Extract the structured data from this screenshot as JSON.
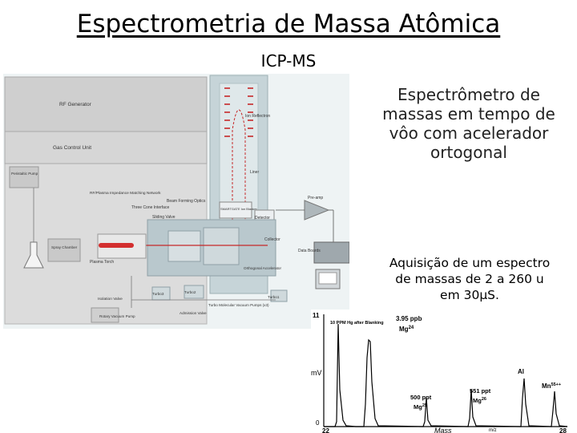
{
  "title": "Espectrometria de Massa Atômica",
  "subtitle": "ICP-MS",
  "description": "Espectrômetro de massas em tempo de vôo com acelerador ortogonal",
  "acquisition": [
    "Aquisição de um espectro",
    "de massas de 2 a 260 u",
    "em 30μS."
  ],
  "diagram_labels": {
    "rf_generator": "RF Generator",
    "gas_control": "Gas Control Unit",
    "peristaltic_pump": "Peristaltic Pump",
    "rf_plasma": "RF/Plasma Impedance Matching Network",
    "three_cone": "Three Cone Interface",
    "beam_forming": "Beam Forming Optics",
    "sliding_valve": "Sliding Valve",
    "ion_reflectron": "Ion Reflectron",
    "liner": "Liner",
    "smartgate": "SMARTGATE Ion Blanker",
    "detector": "Detector",
    "pre_amp": "Pre-amp",
    "collector": "Collector",
    "data_boards": "Data Boards",
    "orthogonal_acc": "Orthogonal Accelerator",
    "spray_chamber": "Spray Chamber",
    "plasma_torch": "Plasma Torch",
    "isolation_valve": "Isolation Valve",
    "turbo1": "Turbo1",
    "turbo2": "Turbo2",
    "turbo3": "Turbo3",
    "turbo_molecular": "Turbo Molecular Vacuum Pumps (x3)",
    "admission_valve": "Admission Valve",
    "rotary_pump": "Rotary Vacuum Pump"
  },
  "spectrum": {
    "y_top": "11",
    "y_label": "mV",
    "y_bottom": "0",
    "x_label_left": "22",
    "x_label_mass": "Mass",
    "x_label_unit": "m/z",
    "x_label_right": "28",
    "inset_label": "10 PPM Hg after Blanking",
    "peaks": {
      "mg24_conc": "3.95 ppb",
      "mg24": "Mg",
      "mg24_mass": "24",
      "mg25_conc": "500 ppt",
      "mg25": "Mg",
      "mg25_mass": "25",
      "mg26_conc": "551 ppt",
      "mg26": "Mg",
      "mg26_mass": "26",
      "al": "Al",
      "mn": "Mn",
      "mn_charge": "55++"
    }
  }
}
